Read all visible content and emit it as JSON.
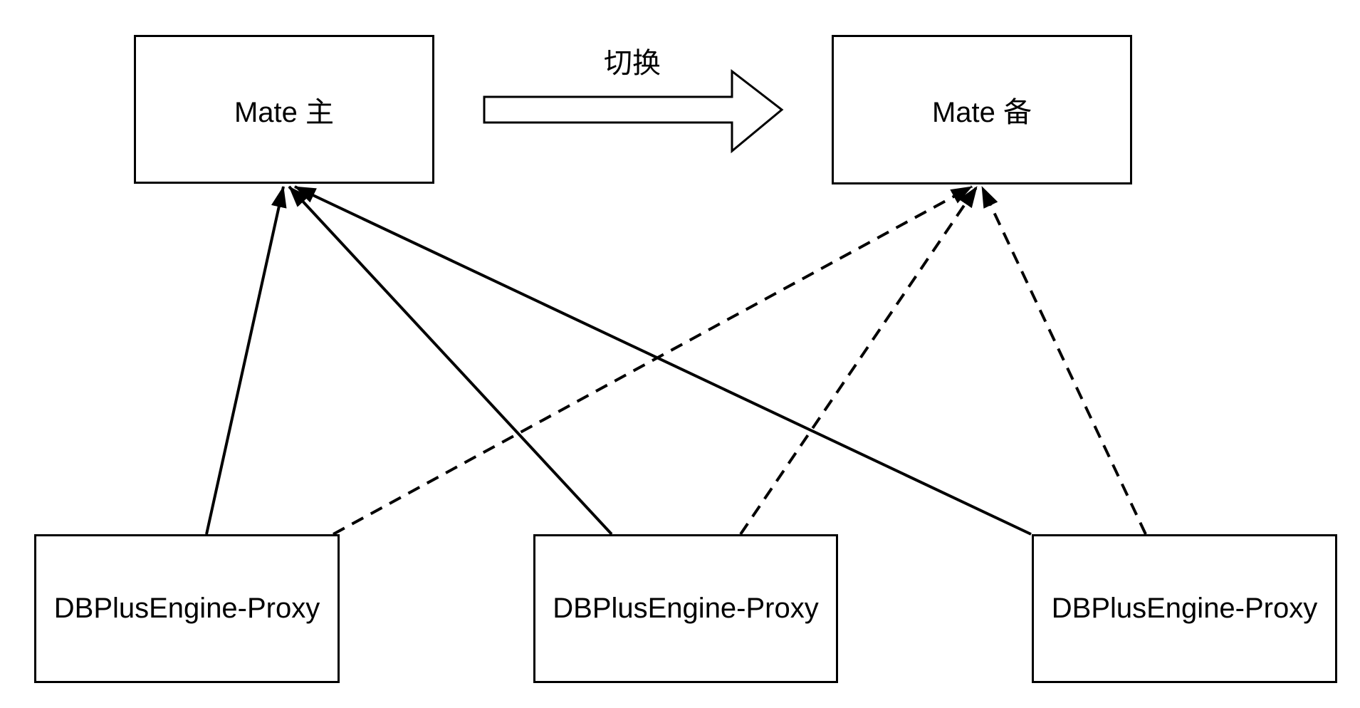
{
  "diagram": {
    "switch_label": "切换",
    "nodes": [
      {
        "id": "mate-primary",
        "label": "Mate 主"
      },
      {
        "id": "mate-standby",
        "label": "Mate 备"
      },
      {
        "id": "proxy-1",
        "label": "DBPlusEngine-Proxy"
      },
      {
        "id": "proxy-2",
        "label": "DBPlusEngine-Proxy"
      },
      {
        "id": "proxy-3",
        "label": "DBPlusEngine-Proxy"
      }
    ],
    "edges": [
      {
        "from": "proxy-1",
        "to": "mate-primary",
        "style": "solid"
      },
      {
        "from": "proxy-2",
        "to": "mate-primary",
        "style": "solid"
      },
      {
        "from": "proxy-3",
        "to": "mate-primary",
        "style": "solid"
      },
      {
        "from": "proxy-1",
        "to": "mate-standby",
        "style": "dashed"
      },
      {
        "from": "proxy-2",
        "to": "mate-standby",
        "style": "dashed"
      },
      {
        "from": "proxy-3",
        "to": "mate-standby",
        "style": "dashed"
      },
      {
        "from": "mate-primary",
        "to": "mate-standby",
        "style": "block-arrow",
        "label": "切换"
      }
    ],
    "colors": {
      "stroke": "#000000",
      "background": "#ffffff",
      "text": "#000000"
    }
  }
}
